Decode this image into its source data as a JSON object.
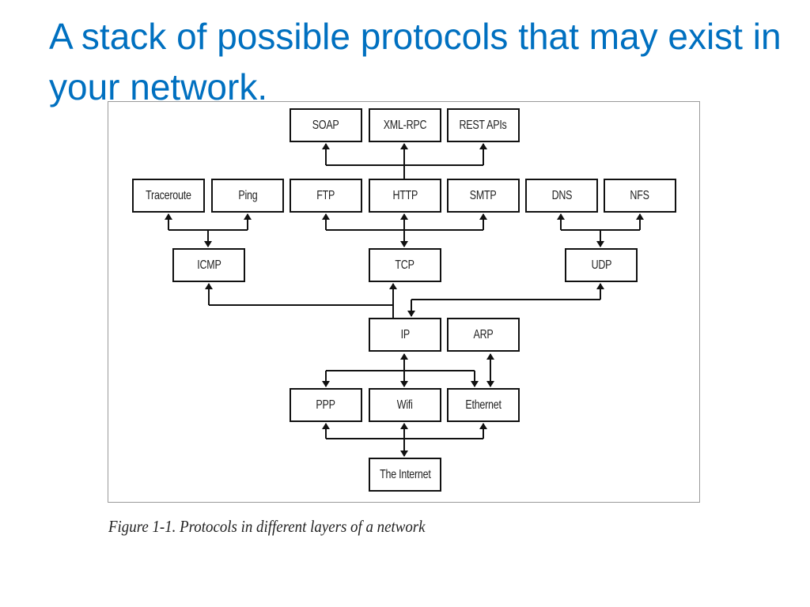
{
  "slide": {
    "title": "A stack of possible protocols that may exist in your network."
  },
  "diagram": {
    "nodes": {
      "soap": "SOAP",
      "xmlrpc": "XML-RPC",
      "rest": "REST APIs",
      "traceroute": "Traceroute",
      "ping": "Ping",
      "ftp": "FTP",
      "http": "HTTP",
      "smtp": "SMTP",
      "dns": "DNS",
      "nfs": "NFS",
      "icmp": "ICMP",
      "tcp": "TCP",
      "udp": "UDP",
      "ip": "IP",
      "arp": "ARP",
      "ppp": "PPP",
      "wifi": "Wifi",
      "ethernet": "Ethernet",
      "internet": "The Internet"
    },
    "edges": [
      [
        "HTTP",
        "SOAP"
      ],
      [
        "HTTP",
        "XML-RPC"
      ],
      [
        "HTTP",
        "REST APIs"
      ],
      [
        "ICMP",
        "Traceroute"
      ],
      [
        "ICMP",
        "Ping"
      ],
      [
        "TCP",
        "FTP"
      ],
      [
        "TCP",
        "HTTP"
      ],
      [
        "TCP",
        "SMTP"
      ],
      [
        "UDP",
        "DNS"
      ],
      [
        "UDP",
        "NFS"
      ],
      [
        "IP",
        "ICMP"
      ],
      [
        "IP",
        "TCP"
      ],
      [
        "UDP",
        "IP"
      ],
      [
        "IP",
        "PPP"
      ],
      [
        "IP",
        "Wifi"
      ],
      [
        "IP",
        "Ethernet"
      ],
      [
        "ARP",
        "Ethernet"
      ],
      [
        "The Internet",
        "PPP"
      ],
      [
        "The Internet",
        "Wifi"
      ],
      [
        "The Internet",
        "Ethernet"
      ]
    ],
    "caption": "Figure 1-1. Protocols in different layers of a network"
  }
}
